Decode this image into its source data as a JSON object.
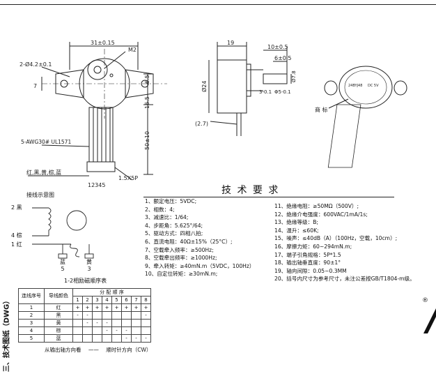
{
  "drawing": {
    "dimensions": {
      "width_31": "31±0.15",
      "m2": "M2",
      "hole": "2-Ø4.2±0.1",
      "dim_7": "7",
      "dim_6_5": "6.5",
      "dim_16_5": "16.5",
      "dim_50": "50±10",
      "dim_19": "19",
      "dim_10_5": "10±0.5",
      "dim_6_5b": "6±0.5",
      "dim_24": "Ø24",
      "dim_7_8": "Ø7.8",
      "dim_3": "3-0.1",
      "dim_5": "Φ5-0.1",
      "dim_2_7": "(2.7)"
    },
    "cable_label": "5-AWG30# UL1571",
    "wire_colors": "红,黑,黄,棕,蓝",
    "connector": "1.5X5P",
    "pin_numbers": "12345",
    "nameplate_label": "商 标",
    "nameplate_text": [
      "DC 5V",
      "24BYJ48"
    ]
  },
  "section_title": "技 术 要 求",
  "wiring": {
    "title": "接线示意图",
    "labels": [
      {
        "num": "2",
        "color": "黑"
      },
      {
        "num": "4",
        "color": "棕"
      },
      {
        "num": "1",
        "color": "红"
      },
      {
        "num": "5",
        "color": "蓝"
      },
      {
        "num": "3",
        "color": "黄"
      }
    ]
  },
  "requirements_left": [
    "1、额定电压：5VDC;",
    "2、相数：4;",
    "3、减速比：1/64;",
    "4、步距角：5.625°/64;",
    "5、驱动方式：四相八拍;",
    "6、直流电阻：40Ω±15%（25°C）;",
    "7、空载牵入频率：≥500Hz;",
    "8、空载牵出频率：≥1000Hz;",
    "9、牵入转矩：≥40mN.m（5VDC，100Hz）",
    "10、自定位转矩：≥30mN.m;"
  ],
  "requirements_right": [
    "11、绝缘电阻：≥50MΩ（500V）;",
    "12、绝缘介电强度：600VAC/1mA/1s;",
    "13、绝缘等级：B;",
    "14、温升：≤60K;",
    "15、噪声：≤40dB（A）（100Hz，空载，10cm）;",
    "16、摩擦力矩：60~294mN.m;",
    "17、端子引角规格：5P*1.5",
    "18、输出轴垂直度：90±1°",
    "19、轴向间隙：0.05~0.3MM",
    "20、括号内尺寸为参考尺寸，未注公差按GB/T1804-m级。"
  ],
  "table": {
    "caption": "1-2相励磁顺序表",
    "header_col1": "连线序号",
    "header_col2": "导线颜色",
    "header_group": "分 配 顺 序",
    "steps": [
      "1",
      "2",
      "3",
      "4",
      "5",
      "6",
      "7",
      "8"
    ],
    "rows": [
      {
        "num": "1",
        "color": "红",
        "cells": [
          "+",
          "+",
          "+",
          "+",
          "+",
          "+",
          "+",
          "+"
        ]
      },
      {
        "num": "2",
        "color": "黑",
        "cells": [
          "-",
          "-",
          "",
          "",
          "",
          "",
          "",
          "-"
        ]
      },
      {
        "num": "3",
        "color": "黄",
        "cells": [
          "",
          "-",
          "-",
          "-",
          "",
          "",
          "",
          ""
        ]
      },
      {
        "num": "4",
        "color": "棕",
        "cells": [
          "",
          "",
          "",
          "-",
          "-",
          "-",
          "",
          ""
        ]
      },
      {
        "num": "5",
        "color": "蓝",
        "cells": [
          "",
          "",
          "",
          "",
          "",
          "-",
          "-",
          "-"
        ]
      }
    ],
    "footer_left": "从输出轴方向看",
    "footer_dash": "——",
    "footer_right": "顺时针方向（CW）"
  },
  "side_title": "三、技术图纸（DWG）",
  "corner_mark": "®"
}
